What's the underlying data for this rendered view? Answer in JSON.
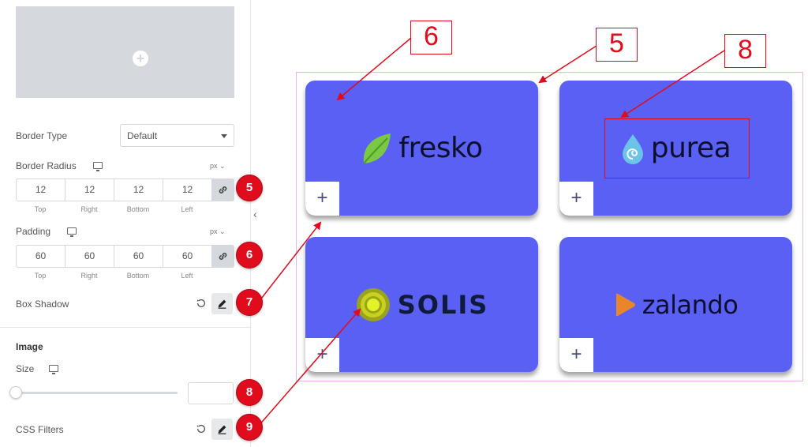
{
  "panel": {
    "border_type": {
      "label": "Border Type",
      "value": "Default"
    },
    "border_radius": {
      "label": "Border Radius",
      "unit": "px",
      "values": [
        "12",
        "12",
        "12",
        "12"
      ],
      "sides": [
        "Top",
        "Right",
        "Bottom",
        "Left"
      ]
    },
    "padding": {
      "label": "Padding",
      "unit": "px",
      "values": [
        "60",
        "60",
        "60",
        "60"
      ],
      "sides": [
        "Top",
        "Right",
        "Bottom",
        "Left"
      ]
    },
    "box_shadow": {
      "label": "Box Shadow"
    },
    "image_section": {
      "title": "Image"
    },
    "size": {
      "label": "Size",
      "value": ""
    },
    "css_filters": {
      "label": "CSS Filters"
    },
    "collapse_glyph": "‹"
  },
  "badges": {
    "b5": "5",
    "b6": "6",
    "b7": "7",
    "b8": "8",
    "b9": "9"
  },
  "callouts": {
    "c6": "6",
    "c5": "5",
    "c8": "8"
  },
  "cards": [
    {
      "logo": "fresko",
      "add": "+"
    },
    {
      "logo": "purea",
      "add": "+"
    },
    {
      "logo": "SOLIS",
      "add": "+"
    },
    {
      "logo": "zalando",
      "add": "+"
    }
  ],
  "colors": {
    "card_bg": "#5b60f4",
    "badge_red": "#e00b1c",
    "grid_border": "#e8b4ee",
    "panel_input_border": "#d5d8dc"
  },
  "icons": {
    "image_placeholder": "plus-icon",
    "responsive": "monitor-icon",
    "link": "link-icon",
    "reset": "reset-icon",
    "edit": "pencil-icon"
  }
}
